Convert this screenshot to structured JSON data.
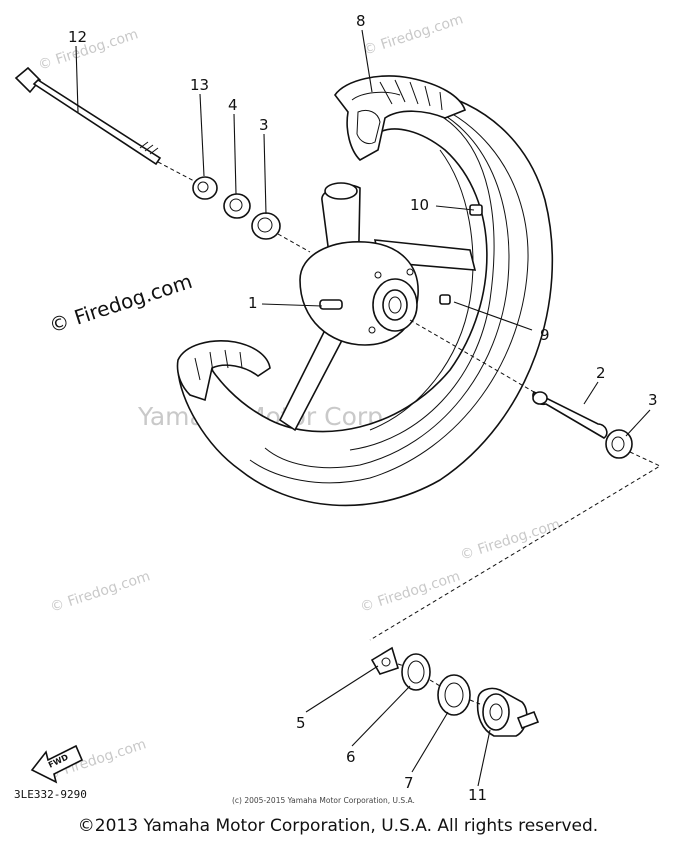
{
  "watermarks": {
    "site": "© Firedog.com",
    "center": "Yamaha Motor Corp., U.S.A."
  },
  "callouts": {
    "c1": "1",
    "c2": "2",
    "c3a": "3",
    "c3b": "3",
    "c4": "4",
    "c5": "5",
    "c6": "6",
    "c7": "7",
    "c8": "8",
    "c9": "9",
    "c10": "10",
    "c11": "11",
    "c12": "12",
    "c13": "13"
  },
  "fwd_label": "FWD",
  "diagram_code": "3LE332-9290",
  "small_copyright": "(c) 2005-2015 Yamaha Motor Corporation, U.S.A.",
  "footer_copyright": "©2013 Yamaha Motor Corporation, U.S.A. All rights reserved."
}
